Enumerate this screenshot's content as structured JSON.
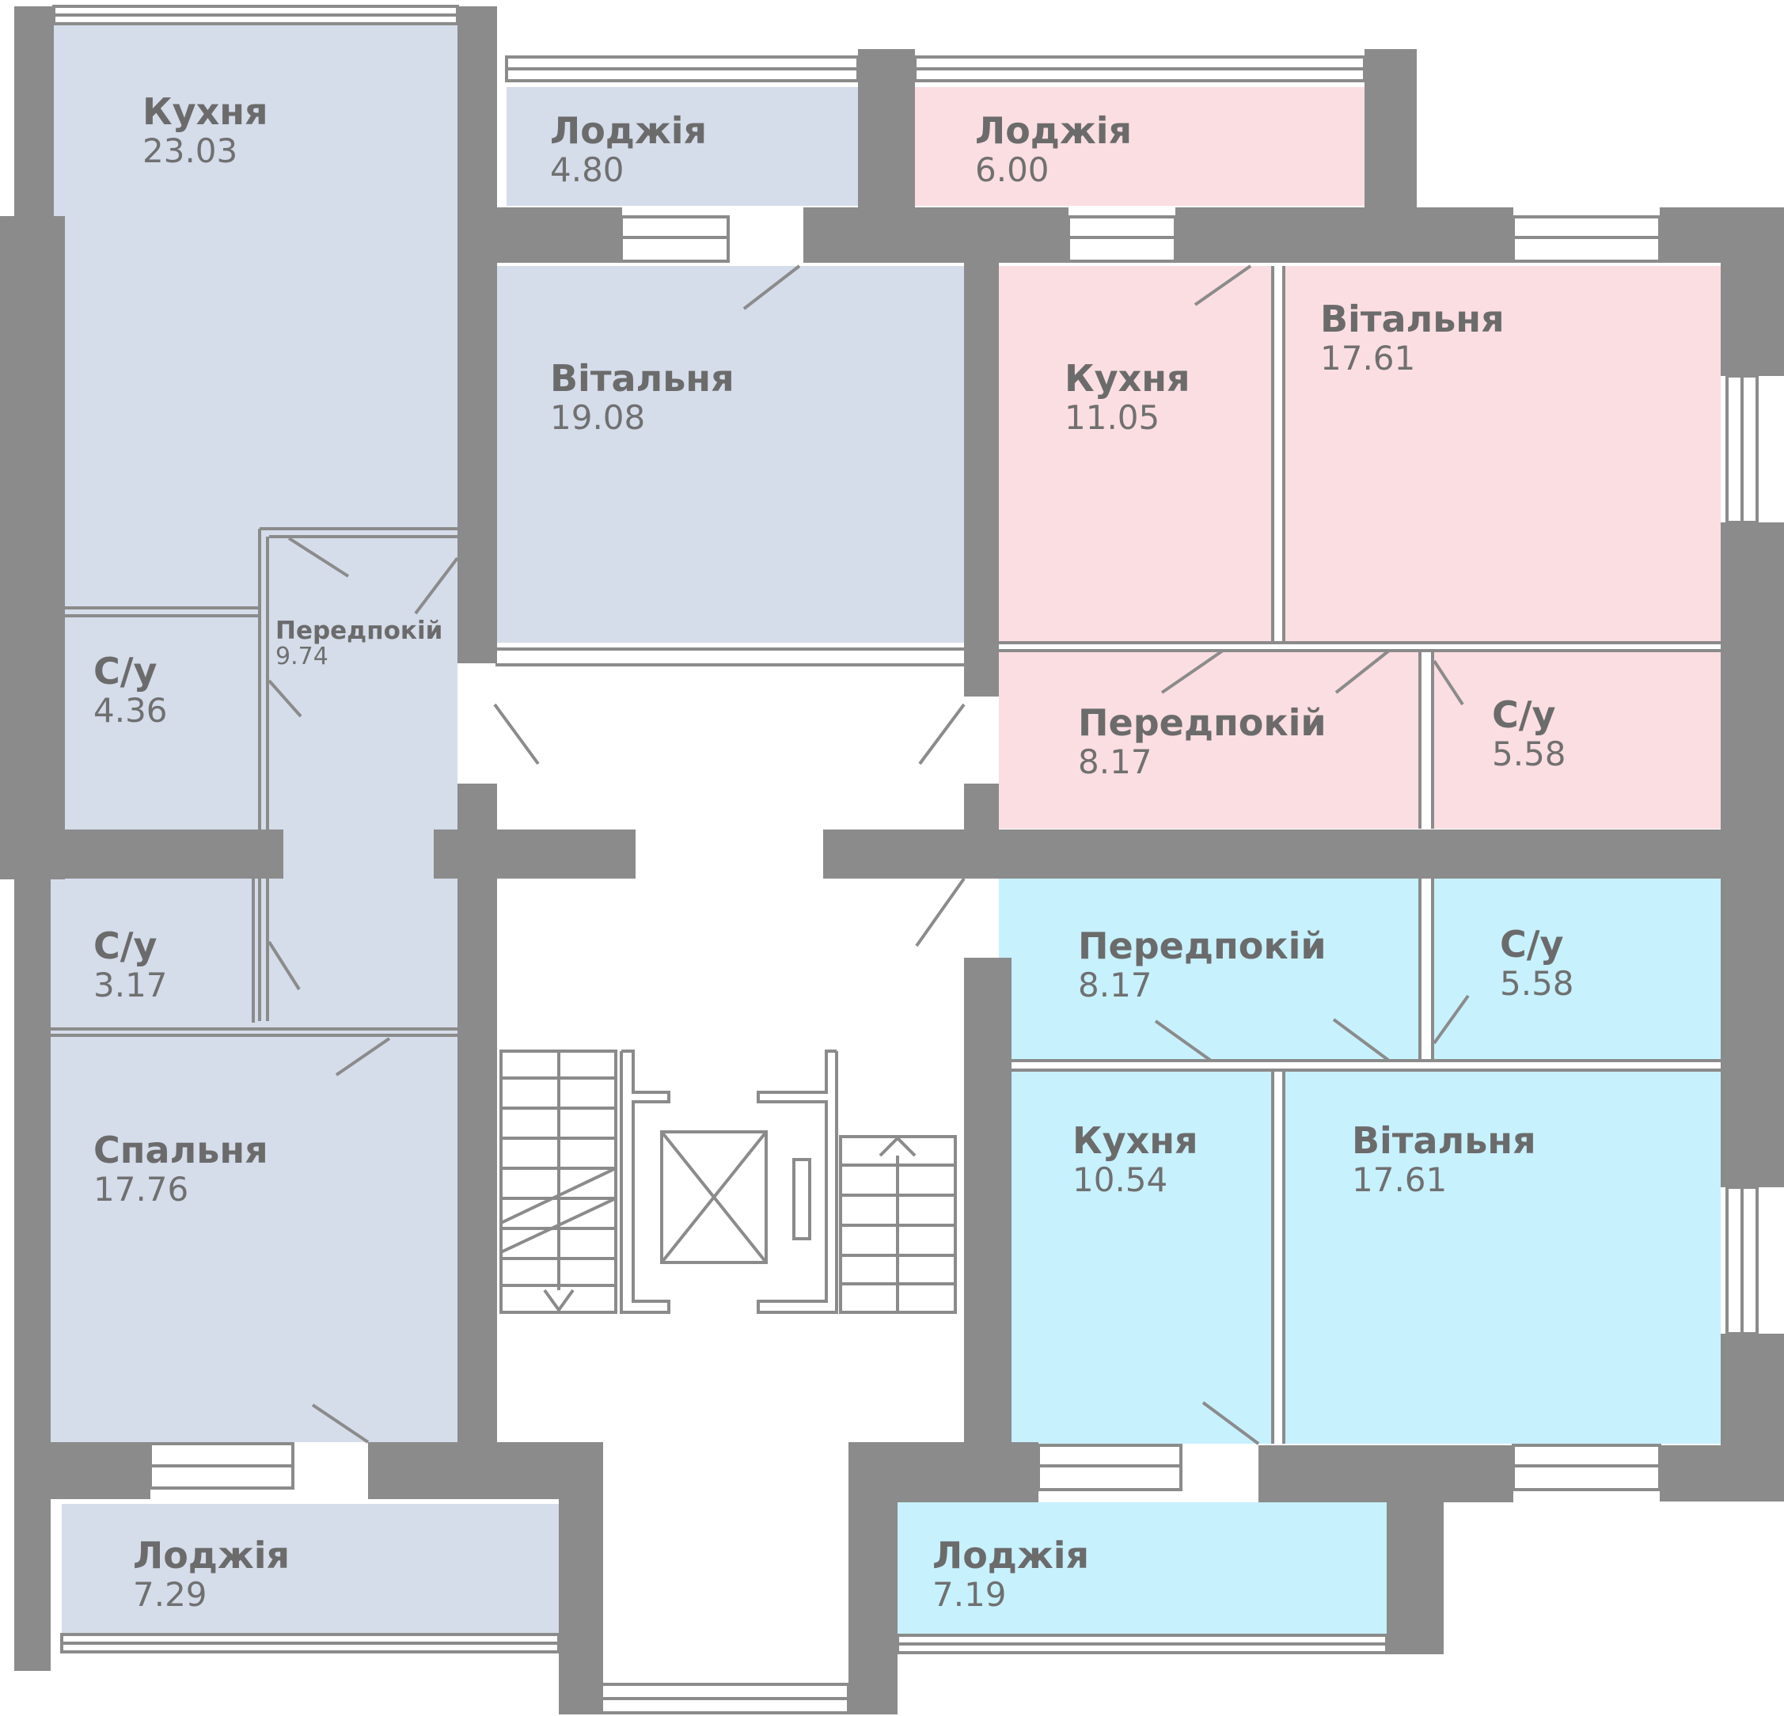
{
  "colors": {
    "wall": "#8b8b8b",
    "apt_blue": "#d5dcea",
    "apt_pink": "#fbdee2",
    "apt_cyan": "#c7f1fd",
    "corridor": "#ffffff",
    "line": "#8b8b8b",
    "text": "#6b6b6b"
  },
  "rooms": {
    "a1_kitchen": {
      "name": "Кухня",
      "area": "23.03"
    },
    "a1_loggia_n": {
      "name": "Лоджія",
      "area": "4.80"
    },
    "a1_living": {
      "name": "Вітальня",
      "area": "19.08"
    },
    "a1_hall": {
      "name": "Передпокій",
      "area": "9.74"
    },
    "a1_bath1": {
      "name": "С/у",
      "area": "4.36"
    },
    "a1_bath2": {
      "name": "С/у",
      "area": "3.17"
    },
    "a1_bedroom": {
      "name": "Спальня",
      "area": "17.76"
    },
    "a1_loggia_s": {
      "name": "Лоджія",
      "area": "7.29"
    },
    "a2_loggia": {
      "name": "Лоджія",
      "area": "6.00"
    },
    "a2_kitchen": {
      "name": "Кухня",
      "area": "11.05"
    },
    "a2_living": {
      "name": "Вітальня",
      "area": "17.61"
    },
    "a2_hall": {
      "name": "Передпокій",
      "area": "8.17"
    },
    "a2_bath": {
      "name": "С/у",
      "area": "5.58"
    },
    "a3_hall": {
      "name": "Передпокій",
      "area": "8.17"
    },
    "a3_bath": {
      "name": "С/у",
      "area": "5.58"
    },
    "a3_kitchen": {
      "name": "Кухня",
      "area": "10.54"
    },
    "a3_living": {
      "name": "Вітальня",
      "area": "17.61"
    },
    "a3_loggia": {
      "name": "Лоджія",
      "area": "7.19"
    }
  }
}
